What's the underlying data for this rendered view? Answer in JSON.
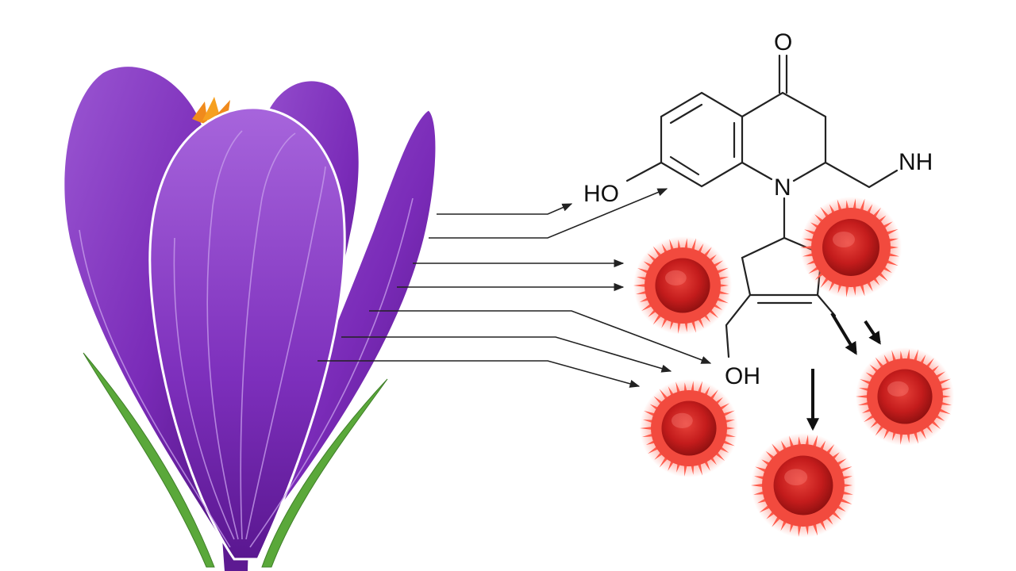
{
  "molecule": {
    "atoms": {
      "oxygen_top": "O",
      "hydroxyl_left": "HO",
      "nitrogen_ring": "N",
      "amine": "NH",
      "hydroxyl_bottom": "OH"
    }
  },
  "colors": {
    "petal_dark": "#5b1791",
    "petal_mid": "#7a2bb8",
    "petal_light": "#9a56d2",
    "stamen": "#f08a1c",
    "leaf": "#5aa83a",
    "cell_core": "#c81e1e",
    "cell_halo": "#ff5a4a",
    "line": "#222222"
  },
  "icons": {
    "flower": "crocus-flower-icon",
    "cell": "red-spiky-cell-icon"
  }
}
